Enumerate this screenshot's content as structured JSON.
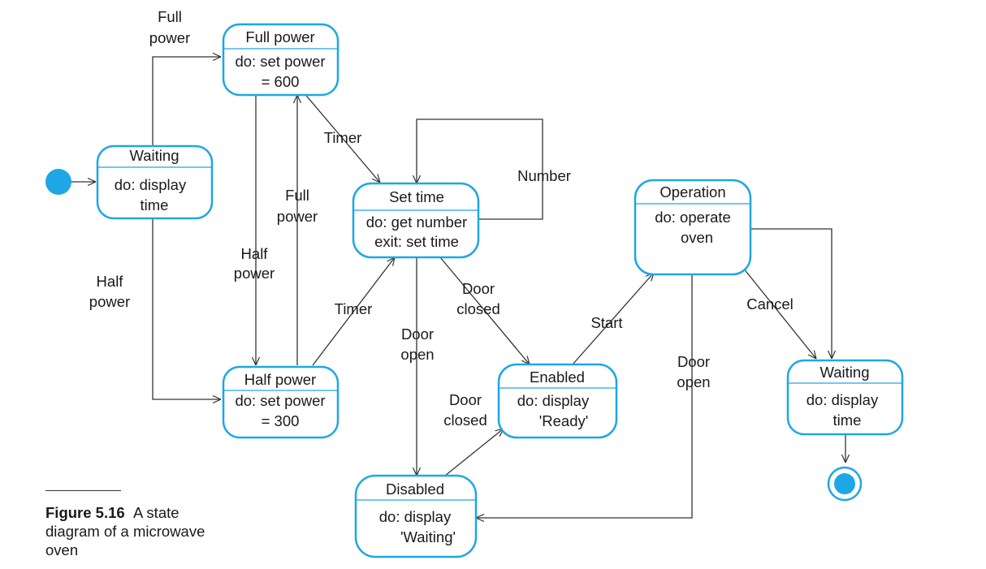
{
  "colors": {
    "state_stroke": "#1ea7e4",
    "dot_fill": "#1ea7e4",
    "line": "#333333",
    "text": "#1a1a1a"
  },
  "states": {
    "waiting": {
      "name": "Waiting",
      "lines": [
        "do: display",
        "time"
      ]
    },
    "full_power": {
      "name": "Full power",
      "lines": [
        "do: set power",
        "= 600"
      ]
    },
    "half_power": {
      "name": "Half power",
      "lines": [
        "do: set power",
        "= 300"
      ]
    },
    "set_time": {
      "name": "Set time",
      "lines": [
        "do: get number",
        "exit: set time"
      ]
    },
    "operation": {
      "name": "Operation",
      "lines": [
        "do: operate",
        "oven"
      ]
    },
    "enabled": {
      "name": "Enabled",
      "lines": [
        "do: display",
        "'Ready'"
      ]
    },
    "disabled": {
      "name": "Disabled",
      "lines": [
        "do: display",
        "'Waiting'"
      ]
    },
    "waiting_end": {
      "name": "Waiting",
      "lines": [
        "do: display",
        "time"
      ]
    }
  },
  "transitions": {
    "full_power_top": [
      "Full",
      "power"
    ],
    "half_power_left": [
      "Half",
      "power"
    ],
    "half_power_mid": [
      "Half",
      "power"
    ],
    "full_power_mid": [
      "Full",
      "power"
    ],
    "timer_top": [
      "Timer"
    ],
    "timer_bottom": [
      "Timer"
    ],
    "number": [
      "Number"
    ],
    "door_closed_1": [
      "Door",
      "closed"
    ],
    "door_open_1": [
      "Door",
      "open"
    ],
    "door_closed_2": [
      "Door",
      "closed"
    ],
    "start": [
      "Start"
    ],
    "door_open_2": [
      "Door",
      "open"
    ],
    "cancel": [
      "Cancel"
    ]
  },
  "caption": {
    "label": "Figure 5.16",
    "text": "A state diagram of a microwave oven"
  }
}
